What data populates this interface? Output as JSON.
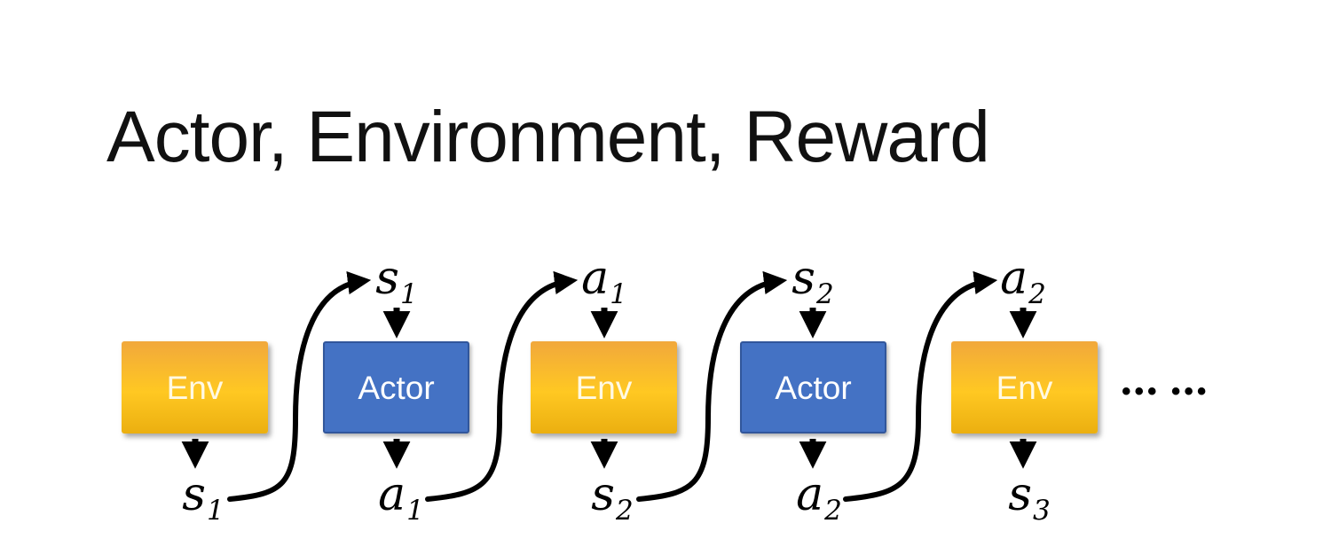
{
  "slide": {
    "title": "Actor, Environment, Reward",
    "ellipsis": "••• •••"
  },
  "colors": {
    "background": "#FFFFFF",
    "title_color": "#111111",
    "env_gradient_top": "#F1A83C",
    "env_gradient_mid": "#FFC822",
    "env_gradient_bottom": "#EBAF10",
    "env_text": "#FFF9E3",
    "actor_fill": "#4472C4",
    "actor_border": "#31569B",
    "actor_text": "#FFFFFF",
    "arrow_color": "#000000"
  },
  "diagram": {
    "boxes": [
      {
        "label": "Env",
        "type": "env"
      },
      {
        "label": "Actor",
        "type": "actor"
      },
      {
        "label": "Env",
        "type": "env"
      },
      {
        "label": "Actor",
        "type": "actor"
      },
      {
        "label": "Env",
        "type": "env"
      }
    ],
    "top_labels": [
      {
        "base": "s",
        "sub": "1"
      },
      {
        "base": "a",
        "sub": "1"
      },
      {
        "base": "s",
        "sub": "2"
      },
      {
        "base": "a",
        "sub": "2"
      }
    ],
    "bottom_labels": [
      {
        "base": "s",
        "sub": "1"
      },
      {
        "base": "a",
        "sub": "1"
      },
      {
        "base": "s",
        "sub": "2"
      },
      {
        "base": "a",
        "sub": "2"
      },
      {
        "base": "s",
        "sub": "3"
      }
    ]
  }
}
